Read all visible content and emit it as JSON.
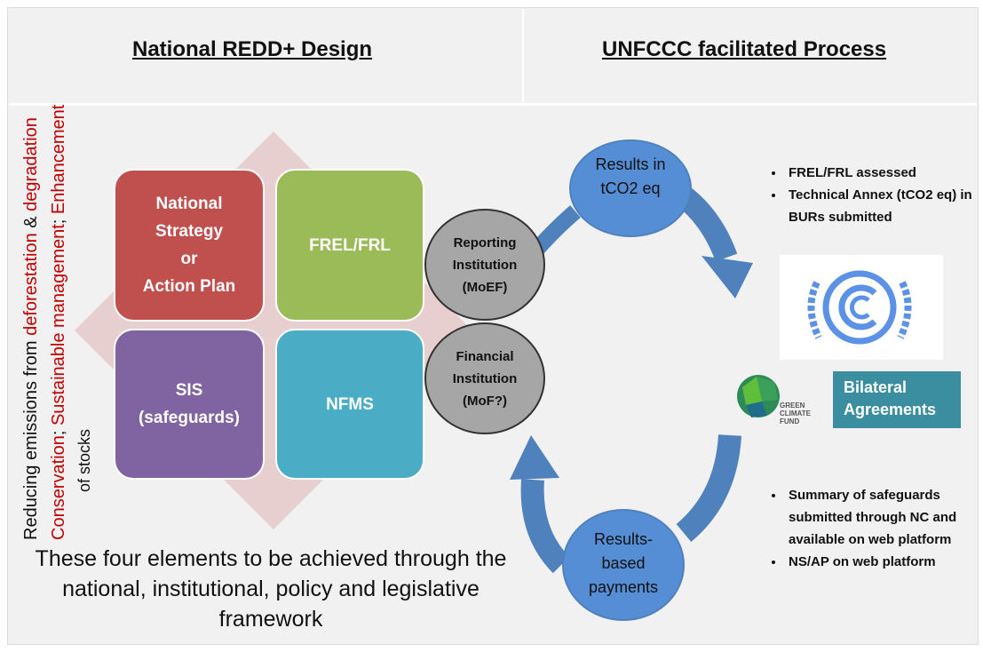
{
  "headers": {
    "left": "National REDD+ Design",
    "right": "UNFCCC facilitated Process"
  },
  "vertical_text": {
    "line1_prefix": "Reducing emissions from ",
    "line1_red1": "deforestation",
    "line1_mid": " & ",
    "line1_red2": "degradation",
    "line2_red1": "Conservation",
    "line2_sep1": "; ",
    "line2_red2": "Sustainable management",
    "line2_sep2": "; ",
    "line2_red3": "Enhancement",
    "line3": "of stocks"
  },
  "boxes": {
    "national_strategy": [
      "National",
      "Strategy",
      "or",
      "Action Plan"
    ],
    "frel": "FREL/FRL",
    "sis": [
      "SIS",
      "(safeguards)"
    ],
    "nfms": "NFMS"
  },
  "ovals": {
    "reporting": [
      "Reporting",
      "Institution",
      "(MoEF)"
    ],
    "financial": [
      "Financial",
      "Institution",
      "(MoF?)"
    ]
  },
  "blue_circles": {
    "results_co2": [
      "Results in",
      "tCO2 eq"
    ],
    "results_payments": [
      "Results-",
      "based",
      "payments"
    ]
  },
  "bullets_top": [
    "FREL/FRL assessed",
    "Technical Annex (tCO2 eq) in BURs submitted"
  ],
  "bullets_bottom": [
    "Summary of safeguards submitted through NC and available on  web platform",
    "NS/AP on web platform"
  ],
  "gcf_label": [
    "GREEN",
    "CLIMATE",
    "FUND"
  ],
  "bilateral": [
    "Bilateral",
    "Agreements"
  ],
  "bottom_text": "These four elements to be achieved through the national, institutional, policy and legislative framework",
  "colors": {
    "red_box": "#c0504d",
    "green_box": "#9bbb59",
    "purple_box": "#8064a2",
    "teal_box": "#4bacc6",
    "oval_gray": "#a6a6a6",
    "blue_circle": "#558ed5",
    "arrow_blue": "#4f81bd",
    "diamond": "#e6c9c9",
    "bilateral_bg": "#3a8ea0",
    "red_text": "#c00000"
  }
}
